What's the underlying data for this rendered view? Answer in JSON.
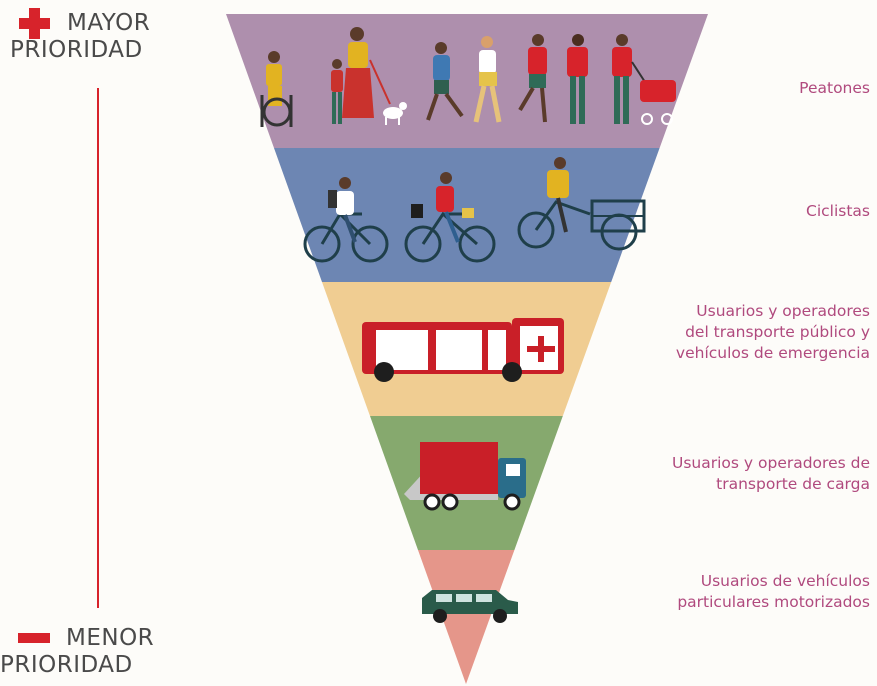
{
  "priority": {
    "top": {
      "line1": "MAYOR",
      "line2": "PRIORIDAD"
    },
    "bottom": {
      "line1": "MENOR",
      "line2": "PRIORIDAD"
    }
  },
  "tiers": [
    {
      "label": "Peatones",
      "color": "#ae8fad",
      "icon": "pedestrians-icon"
    },
    {
      "label": "Ciclistas",
      "color": "#6d86b3",
      "icon": "cyclists-icon"
    },
    {
      "label": "Usuarios y operadores\ndel transporte público y\nvehículos de emergencia",
      "color": "#f0cd92",
      "icon": "bus-icon"
    },
    {
      "label": "Usuarios y operadores de\ntransporte de carga",
      "color": "#86a96e",
      "icon": "truck-icon"
    },
    {
      "label": "Usuarios de vehículos\nparticulares motorizados",
      "color": "#e5968a",
      "icon": "car-icon"
    }
  ],
  "colors": {
    "accent": "#d7232b",
    "label_text": "#b04a7e",
    "priority_text": "#4a4a4a"
  }
}
